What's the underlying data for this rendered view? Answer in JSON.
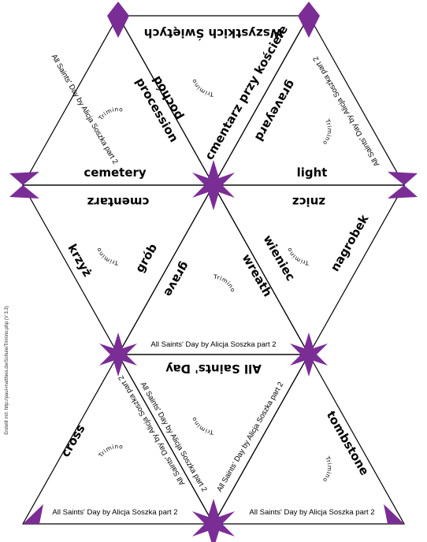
{
  "ring_text": "Trimino",
  "credit": "All Saints' Day by Alicja Soszka part 2",
  "side_note": "Erstellt mit: http://paul-matthies.de/Schule/Trimino.php (V 3.3)",
  "accent_color": "#7b2d96",
  "words": {
    "title": "Wszystkich Świętych",
    "pochod": "pochód",
    "procession": "procession",
    "cmentarz_przy_kosciele": "cmentarz przy kościele",
    "graveyard": "graveyard",
    "cemetery": "cemetery",
    "light": "light",
    "cmentarz": "cmentarz",
    "znicz": "znicz",
    "krzyz": "krzyż",
    "grob": "grób",
    "grave": "grave",
    "wreath": "wreath",
    "wieniec": "wieniec",
    "nagrobek": "nagrobek",
    "all_saints_day": "All Saints' Day",
    "cross": "cross",
    "tombstone": "tombstone"
  }
}
